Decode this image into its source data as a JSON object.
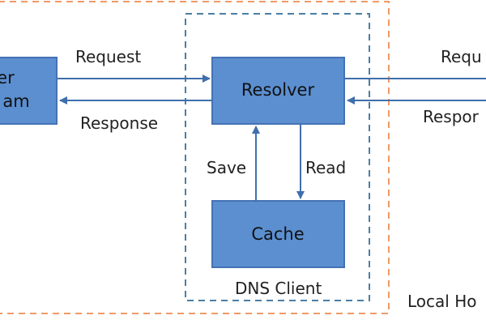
{
  "colors": {
    "box_fill": "#5b8fd0",
    "box_stroke": "#4472b4",
    "arrow": "#3f6fad",
    "dns_client_border": "#4a7fa5",
    "local_host_border": "#ef9a67"
  },
  "diagram": {
    "left_program": {
      "line1": "er",
      "line2": "am"
    },
    "resolver": "Resolver",
    "cache": "Cache",
    "left_request": "Request",
    "left_response": "Response",
    "right_request": "Requ",
    "right_response": "Respor",
    "save": "Save",
    "read": "Read",
    "dns_client": "DNS Client",
    "local_host": "Local Ho"
  }
}
